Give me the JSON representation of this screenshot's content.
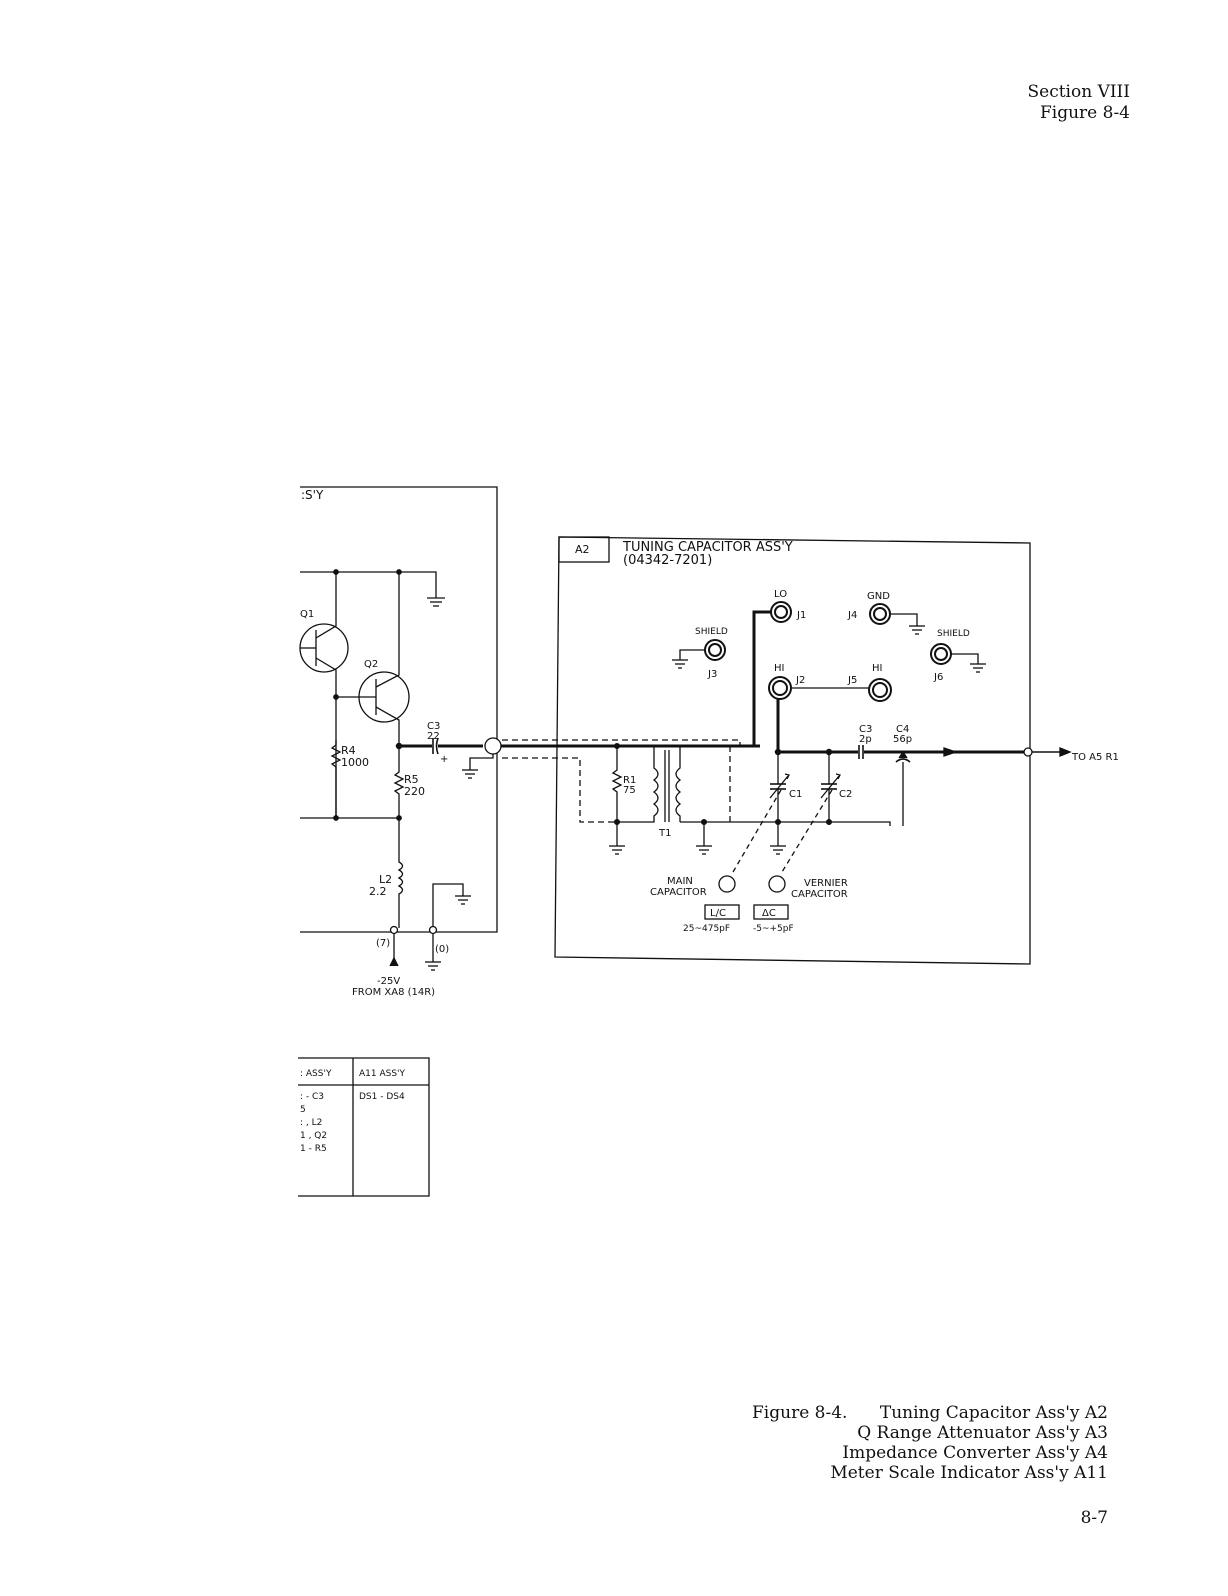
{
  "header": {
    "section": "Section  VIII",
    "figure": "Figure  8-4"
  },
  "schematic": {
    "left_assy_title": ":S'Y",
    "a2_box": {
      "ref": "A2",
      "title": "TUNING CAPACITOR ASS'Y",
      "part_no": "(04342-7201)"
    },
    "parts": {
      "q1": "Q1",
      "q2": "Q2",
      "r4": "R4",
      "r4_val": "1000",
      "r5": "R5",
      "r5_val": "220",
      "c3_left": "C3",
      "c3_left_val": "22",
      "plus": "+",
      "l2": "L2",
      "l2_val": "2.2",
      "r1": "R1",
      "r1_val": "75",
      "t1": "T1",
      "c1": "C1",
      "c2": "C2",
      "c3_right": "C3",
      "c3_right_val": "2p",
      "c4": "C4",
      "c4_val": "56p"
    },
    "terminals": {
      "lo": "LO",
      "j1": "J1",
      "gnd": "GND",
      "j4": "J4",
      "shield_left": "SHIELD",
      "j3": "J3",
      "shield_right": "SHIELD",
      "j6": "J6",
      "hi_left": "HI",
      "j2": "J2",
      "j5": "J5",
      "hi_right": "HI"
    },
    "main_capacitor": "MAIN\nCAPACITOR",
    "vernier_capacitor": "VERNIER\nCAPACITOR",
    "lc_label": "L/C",
    "dc_label": "ΔC",
    "lc_range": "25~475pF",
    "dc_range": "-5~+5pF",
    "to_a5": "TO A5 R1",
    "pin7": "(7)",
    "pin0": "(0)",
    "supply": "-25V",
    "supply_from": "FROM XA8 (14R)"
  },
  "parts_table": {
    "headers": [
      ": ASS'Y",
      "A11 ASS'Y"
    ],
    "col1": [
      ": - C3",
      "5",
      ": , L2",
      "1 , Q2",
      "1 - R5"
    ],
    "col2": [
      "DS1 - DS4"
    ]
  },
  "caption": {
    "lead": "Figure 8-4.",
    "lines": [
      "Tuning Capacitor Ass'y A2",
      "Q Range Attenuator Ass'y A3",
      "Impedance Converter Ass'y A4",
      "Meter Scale Indicator Ass'y A11"
    ]
  },
  "page_number": "8-7"
}
